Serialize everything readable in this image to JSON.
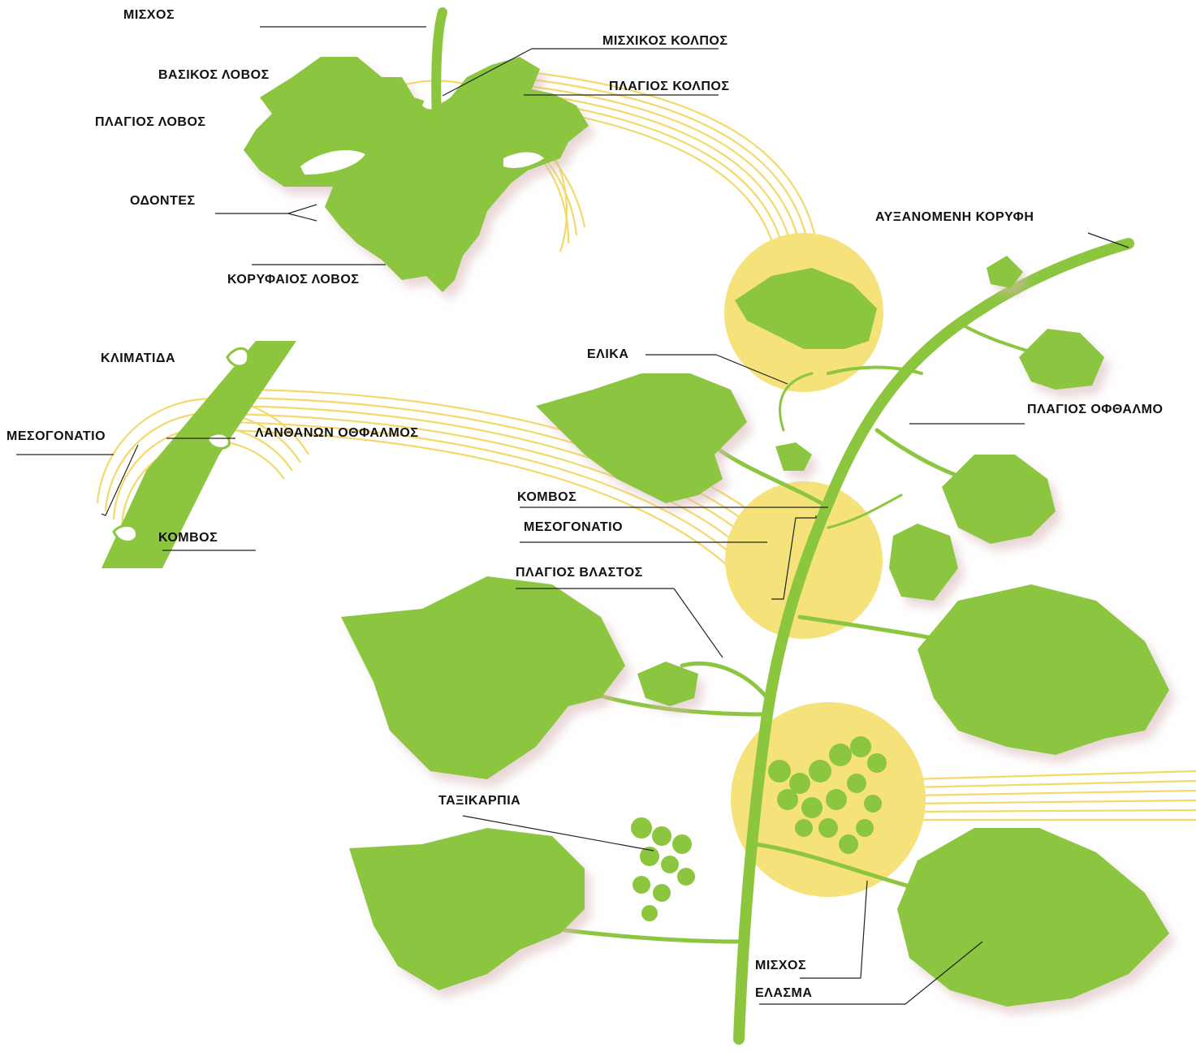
{
  "leaf_labels": {
    "petiole": "ΜΙΣΧΟΣ",
    "petiolar_sinus": "ΜΙΣΧΙΚΟΣ ΚΟΛΠΟΣ",
    "basal_lobe": "ΒΑΣΙΚΟΣ ΛΟΒΟΣ",
    "lateral_sinus": "ΠΛΑΓΙΟΣ ΚΟΛΠΟΣ",
    "lateral_lobe": "ΠΛΑΓΙΟΣ ΛΟΒΟΣ",
    "teeth": "ΟΔΟΝΤΕΣ",
    "terminal_lobe": "ΚΟΡΥΦΑΙΟΣ ΛΟΒΟΣ"
  },
  "cane_labels": {
    "cane": "ΚΛΙΜΑΤΙΔΑ",
    "internode": "ΜΕΣΟΓΟΝΑΤΙΟ",
    "latent_bud": "ΛΑΝΘΑΝΩΝ ΟΘΦΑΛΜΟΣ",
    "node": "ΚΟΜΒΟΣ"
  },
  "shoot_labels": {
    "growing_tip": "ΑΥΞΑΝΟΜΕΝΗ ΚΟΡΥΦΗ",
    "tendril": "ΕΛΙΚΑ",
    "lateral_bud": "ΠΛΑΓΙΟΣ ΟΦΘΑΛΜΟ",
    "node": "ΚΟΜΒΟΣ",
    "internode": "ΜΕΣΟΓΟΝΑΤΙΟ",
    "lateral_shoot": "ΠΛΑΓΙΟΣ ΒΛΑΣΤΟΣ",
    "inflorescence": "ΤΑΞΙΚΑΡΠΙΑ",
    "petiole": "ΜΙΣΧΟΣ",
    "blade": "ΕΛΑΣΜΑ"
  },
  "colors": {
    "plant": "#8cc63f",
    "highlight": "#f5e27a",
    "rings": "#f2d96a",
    "leader": "#222222"
  }
}
